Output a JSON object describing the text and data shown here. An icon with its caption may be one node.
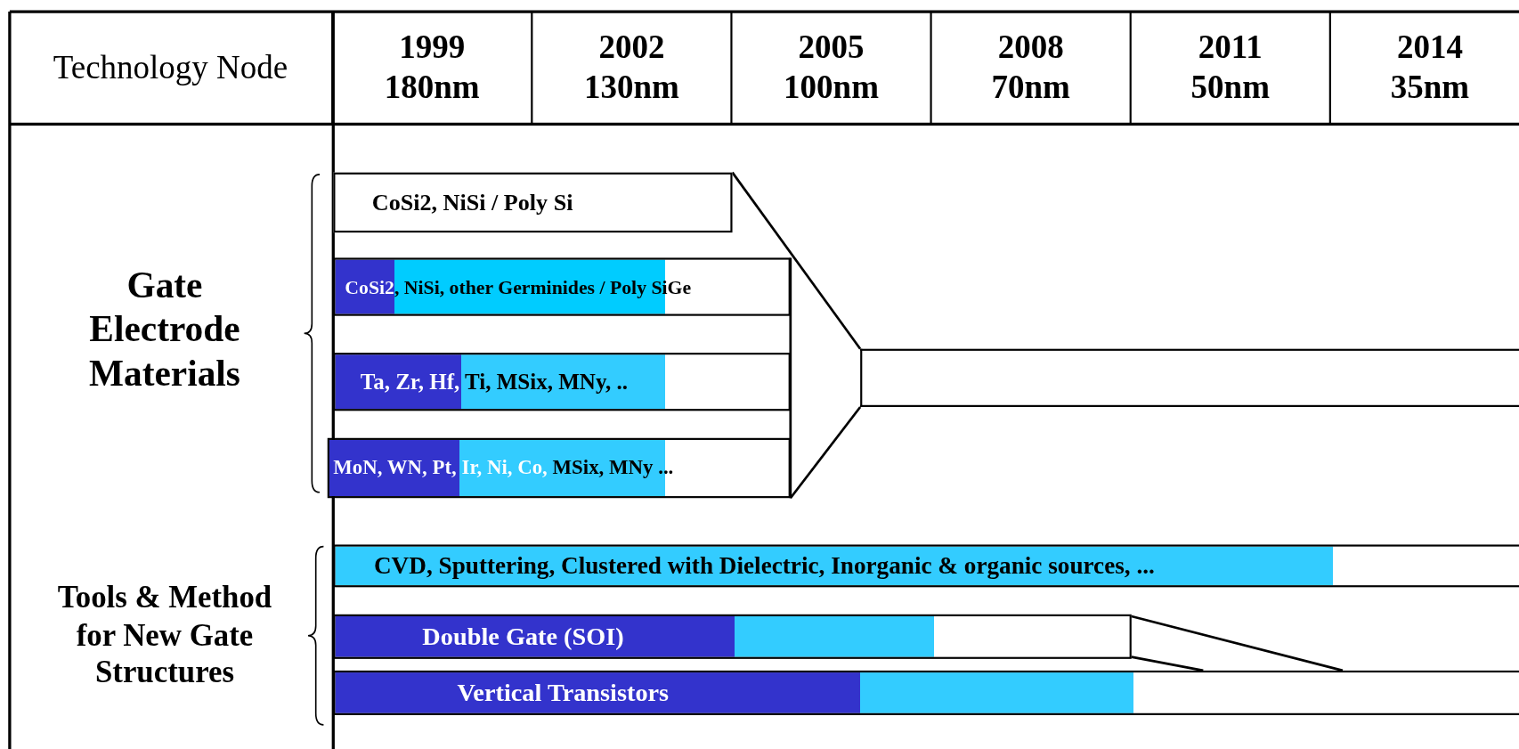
{
  "diagram": {
    "nodes": [
      {
        "text": [
          "CoSi2, NiSi / Poly Si"
        ]
      },
      {
        "text": [
          "CoSi2, NiSi, other Germinides / Poly SiGe"
        ]
      },
      {
        "text": [
          "Ta, Zr, Hf, Ti, MSix, MNy, .."
        ]
      },
      {
        "text": [
          "MoN, WN, Pt, Ir, Ni, Co, MSix, MNy ..."
        ]
      },
      {
        "text": [],
        "shape": "bar"
      },
      {
        "text": [
          "CVD, Sputtering, Clustered with Dielectric, Inorganic & organic sources, ..."
        ]
      },
      {
        "text": [
          "Double Gate (SOI)"
        ]
      },
      {
        "text": [
          "Vertical Transistors"
        ]
      }
    ],
    "edges": [
      {
        "from": 0,
        "to": 4,
        "arrow": "none"
      },
      {
        "from": 3,
        "to": 4,
        "arrow": "none"
      },
      {
        "from": 6,
        "to": 7,
        "arrow": "none"
      }
    ],
    "labels": [
      "Technology Node",
      "1999 180nm",
      "2002 130nm",
      "2005 100nm",
      "2008 70nm",
      "2011 50nm",
      "2014 35nm",
      "Gate Electrode Materials",
      "Tools & Method for New Gate Structures"
    ]
  }
}
